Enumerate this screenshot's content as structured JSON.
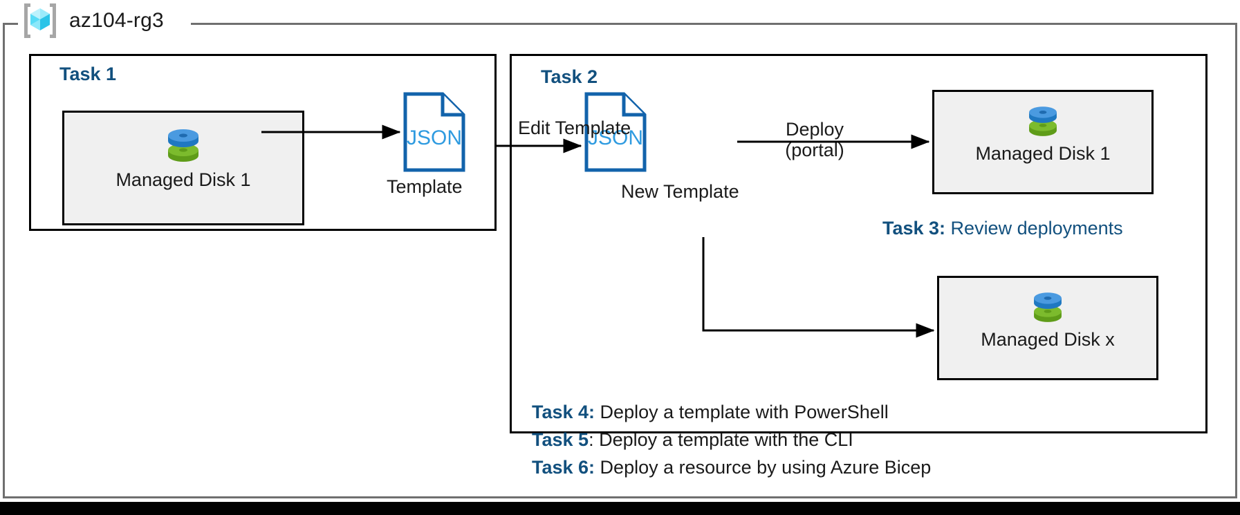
{
  "resource_group": {
    "icon": "azure-resource-group-icon",
    "name": "az104-rg3"
  },
  "task1": {
    "heading": "Task 1",
    "resource": {
      "icon": "managed-disk-icon",
      "label": "Managed Disk 1"
    },
    "template": {
      "icon": "json-document-icon",
      "doc_text": "JSON",
      "caption": "Template"
    },
    "arrow": "export-arrow"
  },
  "task2": {
    "heading": "Task 2",
    "edge_in_label": "Edit Template",
    "template": {
      "icon": "json-document-icon",
      "doc_text": "JSON",
      "caption": "New Template"
    },
    "deploy_label_line1": "Deploy",
    "deploy_label_line2": "(portal)",
    "resource_top": {
      "icon": "managed-disk-icon",
      "label": "Managed Disk 1"
    },
    "resource_bottom": {
      "icon": "managed-disk-icon",
      "label": "Managed Disk x"
    }
  },
  "notes": {
    "task3": {
      "key": "Task 3:",
      "value": " Review deployments"
    },
    "task4": {
      "key": "Task 4:",
      "value": " Deploy a template with PowerShell"
    },
    "task5": {
      "key": "Task 5",
      "value": ": Deploy a template with the CLI"
    },
    "task6": {
      "key": "Task 6:",
      "value": " Deploy a resource by using Azure Bicep"
    }
  },
  "colors": {
    "accent_blue": "#12507e",
    "json_blue": "#1263ab",
    "json_text_blue": "#2a9ae0",
    "frame_gray": "#6f6f6f",
    "card_fill": "#f0f0f0",
    "disk_blue": "#3d8fd8",
    "disk_green": "#7bbb2c",
    "cube_cyan": "#45d9f5",
    "text_black": "#1a1a1a"
  }
}
